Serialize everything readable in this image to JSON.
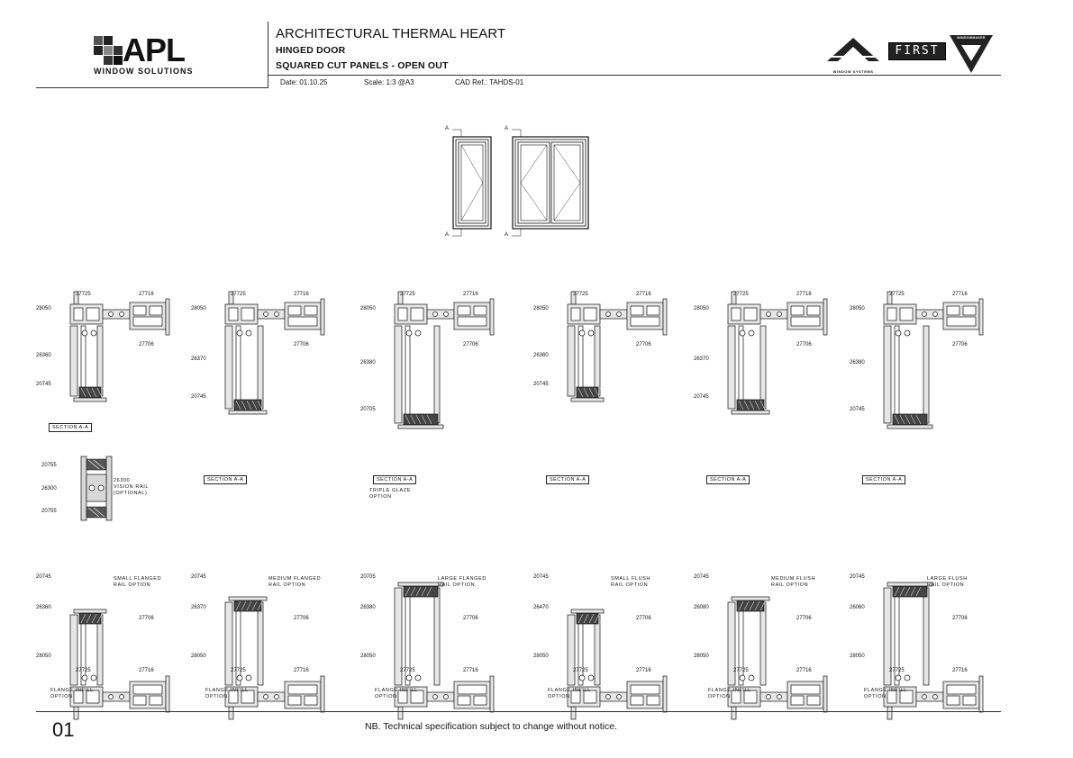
{
  "header": {
    "brand_name": "APL",
    "brand_tagline": "WINDOW SOLUTIONS",
    "title": "ARCHITECTURAL THERMAL HEART",
    "subtitle_1": "HINGED DOOR",
    "subtitle_2": "SQUARED CUT PANELS - OPEN OUT",
    "date": "Date: 01.10.25",
    "scale": "Scale:  1:3  @A3",
    "cad_ref": "CAD Ref.:  TAHDS-01",
    "partner_logo_1_text": "WINDOW SYSTEMS",
    "partner_logo_2_text": "FIRST",
    "partner_logo_3_text": "WINDOWMAKER"
  },
  "elevations": {
    "marker": "A"
  },
  "top_row": [
    {
      "a": "27725",
      "b": "27716",
      "c": "28050",
      "d": "27706",
      "e": "26360",
      "f": "20745",
      "section": "SECTION A-A",
      "note": ""
    },
    {
      "a": "27725",
      "b": "27716",
      "c": "28050",
      "d": "27706",
      "e": "26370",
      "f": "20745",
      "section": "SECTION A-A",
      "note": ""
    },
    {
      "a": "27725",
      "b": "27716",
      "c": "28050",
      "d": "27706",
      "e": "26380",
      "f": "20705",
      "section": "SECTION A-A",
      "note": "TRIPLE GLAZE\nOPTION"
    },
    {
      "a": "27725",
      "b": "27716",
      "c": "28050",
      "d": "27706",
      "e": "26360",
      "f": "20745",
      "section": "SECTION A-A",
      "note": ""
    },
    {
      "a": "27725",
      "b": "27716",
      "c": "28050",
      "d": "27706",
      "e": "26370",
      "f": "20745",
      "section": "SECTION A-A",
      "note": ""
    },
    {
      "a": "27725",
      "b": "27716",
      "c": "28050",
      "d": "27706",
      "e": "26380",
      "f": "20745",
      "section": "SECTION A-A",
      "note": ""
    }
  ],
  "vision_rail": {
    "top": "20755",
    "mid": "26300",
    "bottom": "20755",
    "note": "26300\nVISION RAIL\n(OPTIONAL)"
  },
  "bottom_row": [
    {
      "f": "20745",
      "e": "26360",
      "c": "28050",
      "a": "27725",
      "b": "27716",
      "d": "27706",
      "rail": "SMALL FLANGED\nRAIL OPTION",
      "infill": "FLANGE INFILL\nOPTION"
    },
    {
      "f": "20745",
      "e": "26370",
      "c": "28050",
      "a": "27725",
      "b": "27716",
      "d": "27706",
      "rail": "MEDIUM FLANGED\nRAIL OPTION",
      "infill": "FLANGE INFILL\nOPTION"
    },
    {
      "f": "20705",
      "e": "26380",
      "c": "28050",
      "a": "27725",
      "b": "27716",
      "d": "27706",
      "rail": "LARGE FLANGED\nRAIL OPTION",
      "infill": "FLANGE INFILL\nOPTION"
    },
    {
      "f": "20745",
      "e": "26470",
      "c": "28050",
      "a": "27725",
      "b": "27716",
      "d": "27706",
      "rail": "SMALL FLUSH\nRAIL OPTION",
      "infill": "FLANGE INFILL\nOPTION"
    },
    {
      "f": "20745",
      "e": "26080",
      "c": "28050",
      "a": "27725",
      "b": "27716",
      "d": "27706",
      "rail": "MEDIUM FLUSH\nRAIL OPTION",
      "infill": "FLANGE INFILL\nOPTION"
    },
    {
      "f": "20745",
      "e": "26060",
      "c": "28050",
      "a": "27725",
      "b": "27716",
      "d": "27706",
      "rail": "LARGE FLUSH\nRAIL OPTION",
      "infill": "FLANGE INFILL\nOPTION"
    }
  ],
  "footer": {
    "page_number": "01",
    "disclaimer": "NB. Technical specification subject to change without notice."
  }
}
